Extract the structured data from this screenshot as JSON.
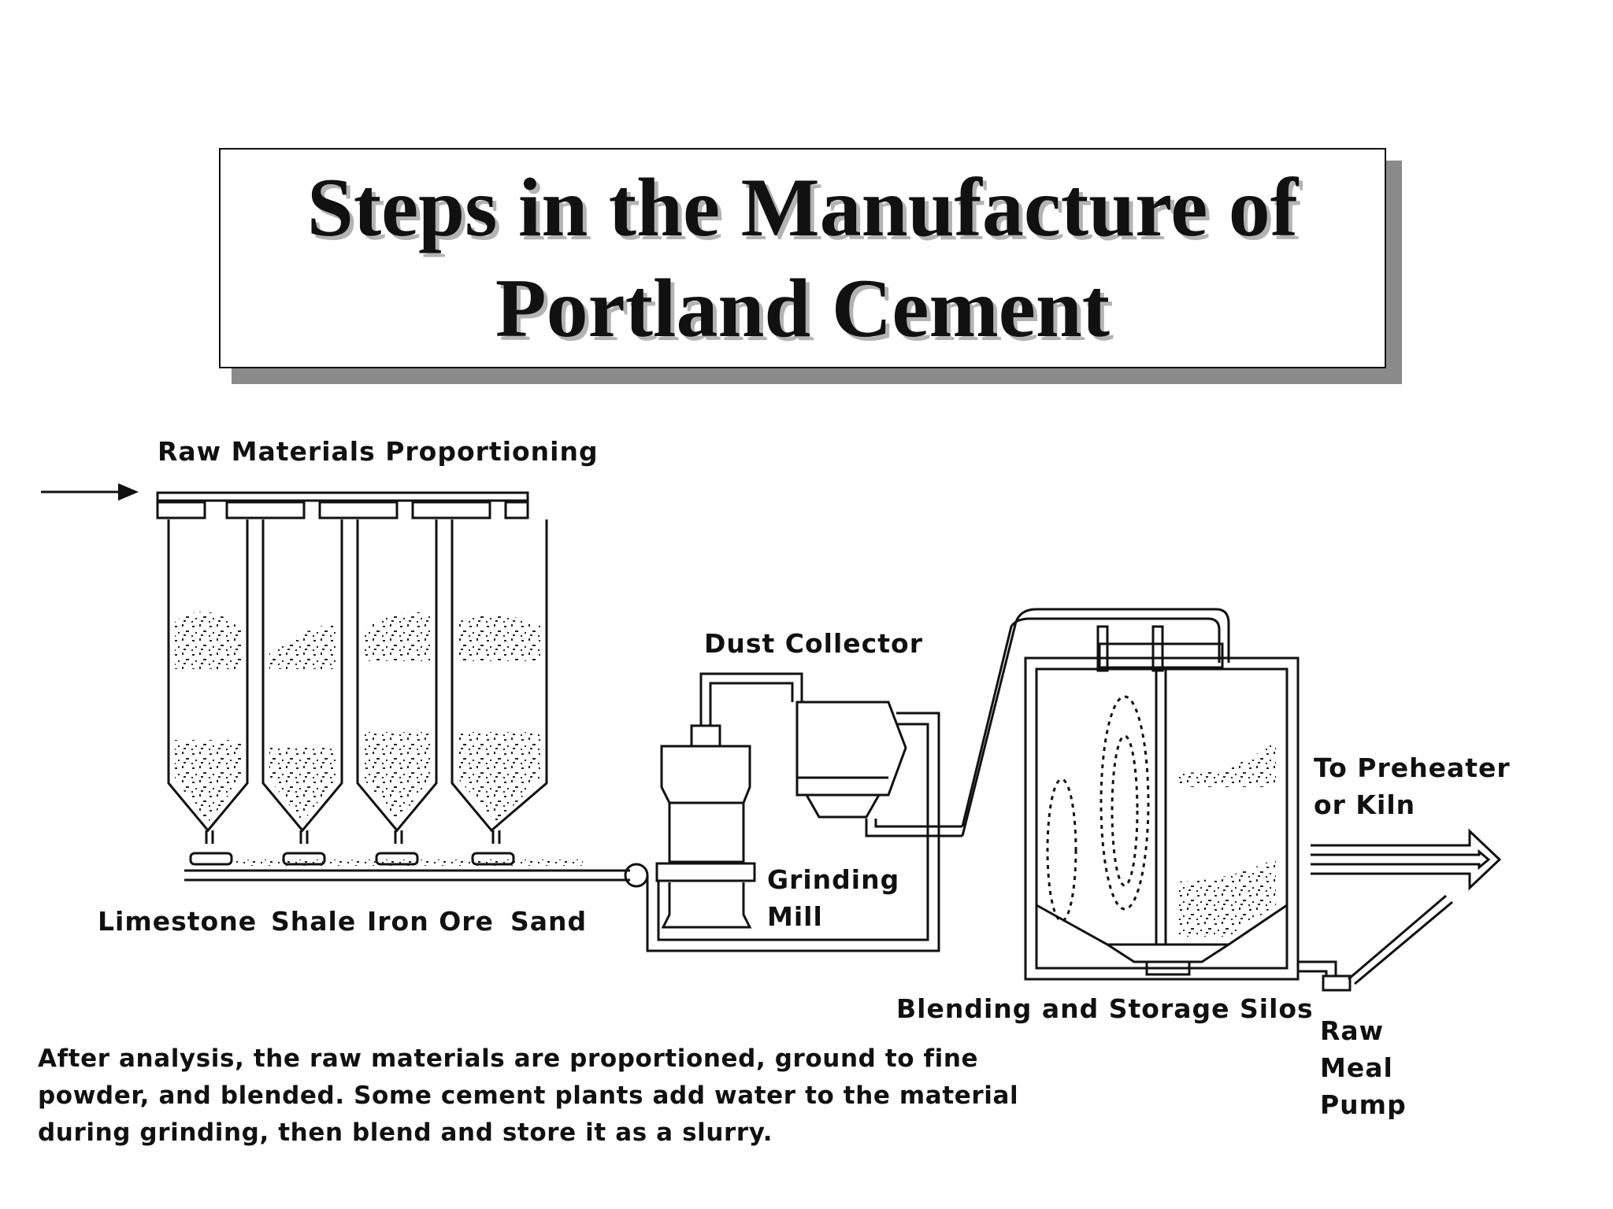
{
  "title": {
    "line1": "Steps in the Manufacture of",
    "line2": "Portland Cement"
  },
  "labels": {
    "raw_materials": "Raw Materials Proportioning",
    "limestone": "Limestone",
    "shale": "Shale",
    "iron_ore": "Iron Ore",
    "sand": "Sand",
    "dust_collector": "Dust Collector",
    "grinding_mill_1": "Grinding",
    "grinding_mill_2": "Mill",
    "blending": "Blending and Storage Silos",
    "preheater_1": "To Preheater",
    "preheater_2": "or Kiln",
    "pump_1": "Raw",
    "pump_2": "Meal",
    "pump_3": "Pump"
  },
  "caption": "After analysis, the raw materials are proportioned, ground to fine powder, and blended. Some cement plants add water to the material during grinding, then blend and store it as a slurry.",
  "colors": {
    "ink": "#111111",
    "shadow": "#8a8a8a"
  }
}
